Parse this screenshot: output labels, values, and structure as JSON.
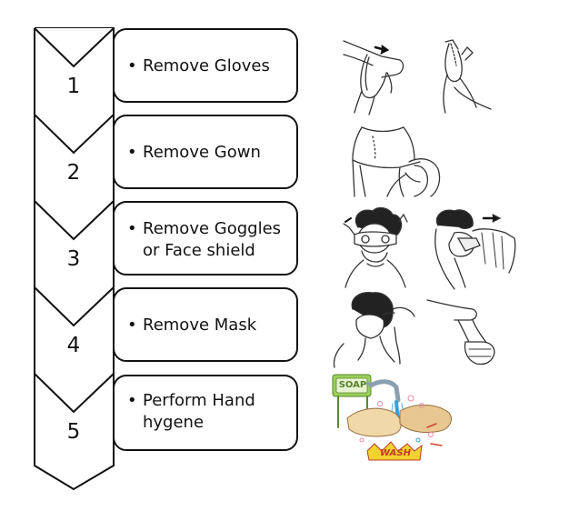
{
  "steps": [
    {
      "number": "1",
      "label": "Remove Gloves",
      "illustration": "glove-removal-icon"
    },
    {
      "number": "2",
      "label": "Remove Gown",
      "illustration": "gown-removal-icon"
    },
    {
      "number": "3",
      "label": "Remove Goggles or Face shield",
      "illustration": "face-shield-removal-icon"
    },
    {
      "number": "4",
      "label": "Remove Mask",
      "illustration": "mask-removal-icon"
    },
    {
      "number": "5",
      "label": "Perform Hand hygene",
      "illustration": "hand-washing-icon"
    }
  ],
  "art": {
    "soap_label": "SOAP",
    "wash_label": "WASH"
  },
  "colors": {
    "stroke": "#111111",
    "fill": "#ffffff",
    "soap_green": "#7ab33a",
    "water_blue": "#3aa0d8",
    "wash_yellow": "#f2d22e"
  }
}
